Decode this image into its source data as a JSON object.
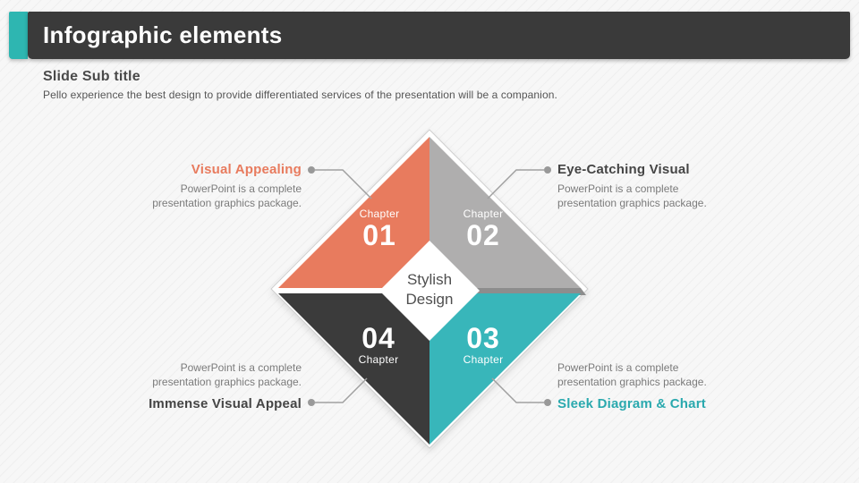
{
  "colors": {
    "accent": "#2eb6b1",
    "bar": "#3a3a3a",
    "orange": "#e87b5e",
    "gray": "#afaeae",
    "teal": "#38b6ba",
    "dark": "#3b3b3b",
    "teal-text": "#2aa9ae",
    "heading-text": "#454545",
    "desc-text": "#7b7b7b"
  },
  "header": {
    "title": "Infographic elements"
  },
  "subtitle": {
    "title": "Slide Sub title",
    "description": "Pello experience the best design to provide differentiated services of the presentation will be a companion."
  },
  "diagram": {
    "center_label": "Stylish Design",
    "quadrants": [
      {
        "caption": "Chapter",
        "number": "01",
        "position": "top-left",
        "color": "#e87b5e"
      },
      {
        "caption": "Chapter",
        "number": "02",
        "position": "top-right",
        "color": "#afaeae"
      },
      {
        "caption": "Chapter",
        "number": "03",
        "position": "bottom-right",
        "color": "#38b6ba"
      },
      {
        "caption": "Chapter",
        "number": "04",
        "position": "bottom-left",
        "color": "#3b3b3b"
      }
    ]
  },
  "callouts": [
    {
      "title": "Visual Appealing",
      "description": "PowerPoint is a complete presentation graphics package.",
      "position": "top-left"
    },
    {
      "title": "Eye-Catching Visual",
      "description": "PowerPoint is a complete presentation graphics package.",
      "position": "top-right"
    },
    {
      "title": "Immense Visual Appeal",
      "description": "PowerPoint is a complete presentation graphics package.",
      "position": "bottom-left"
    },
    {
      "title": "Sleek Diagram & Chart",
      "description": "PowerPoint is a complete presentation graphics package.",
      "position": "bottom-right"
    }
  ]
}
